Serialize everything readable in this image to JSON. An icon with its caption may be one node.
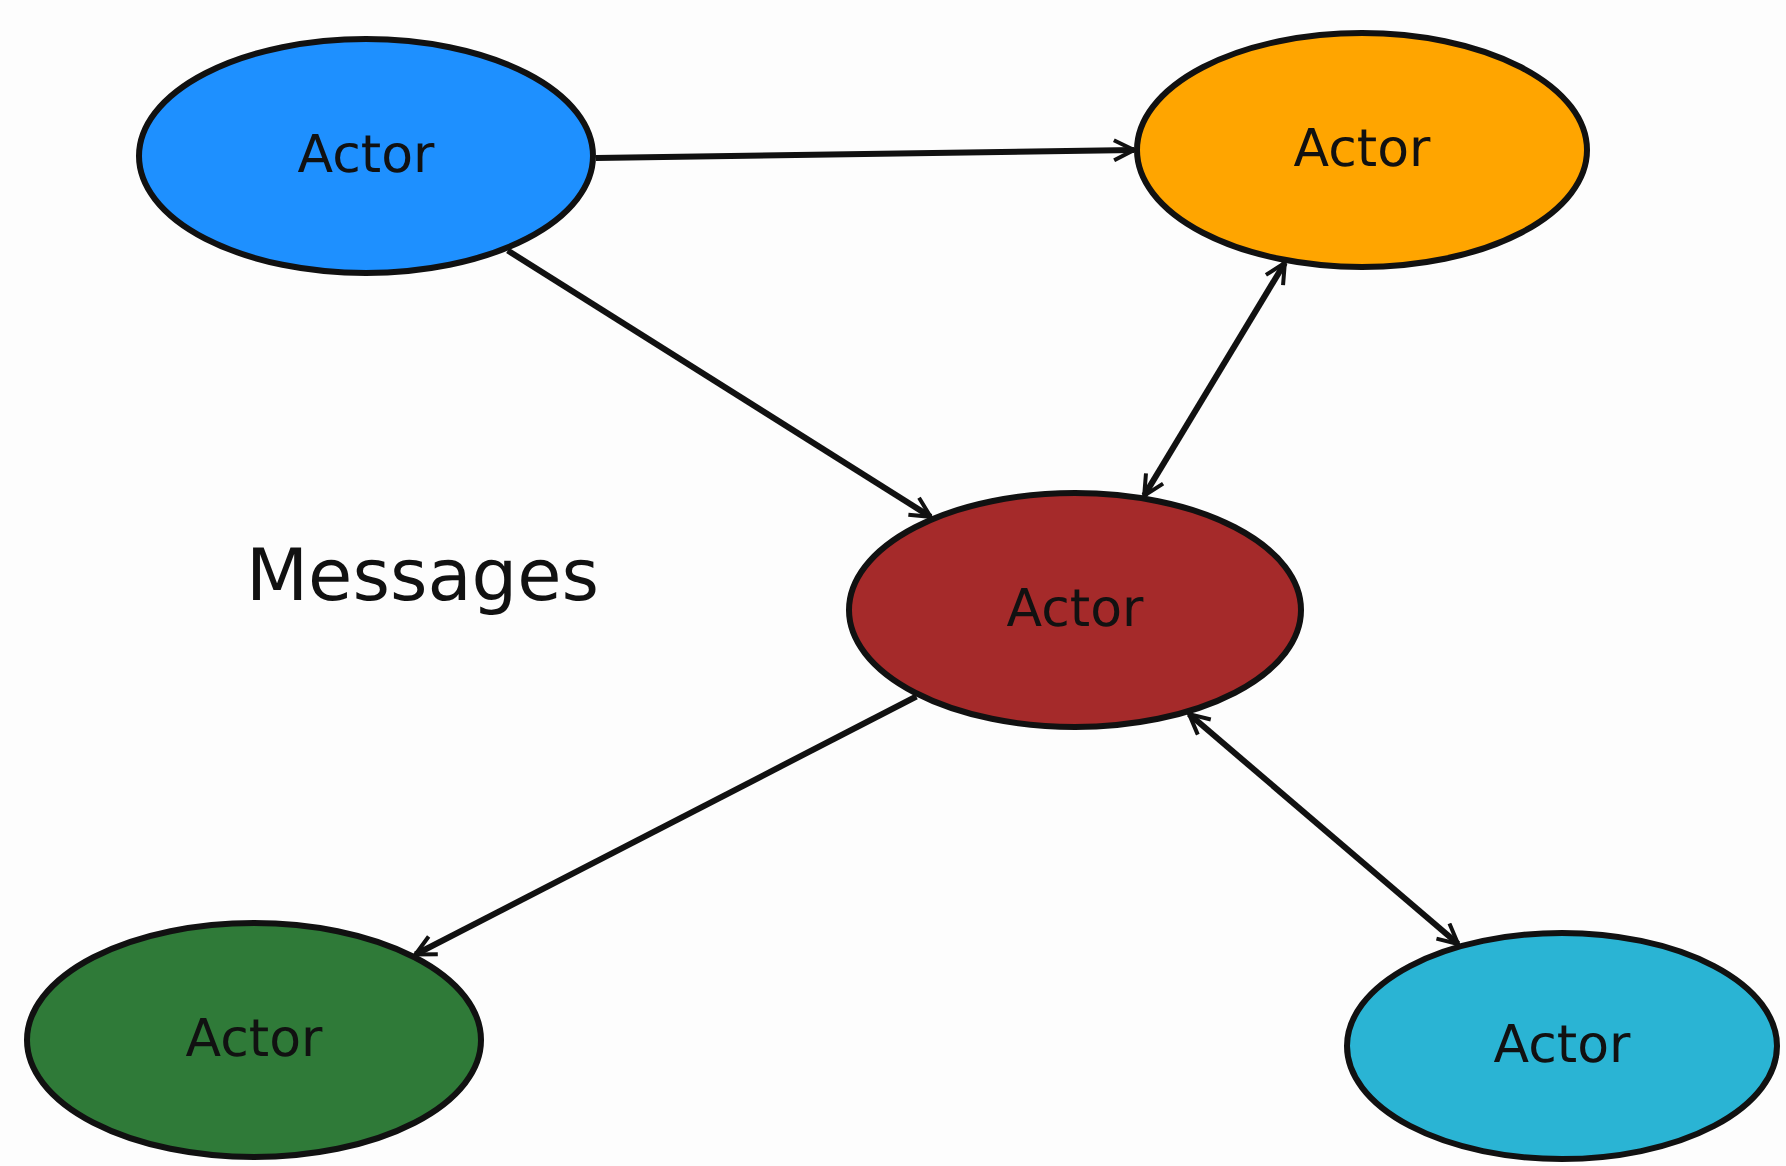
{
  "diagram": {
    "nodes": [
      {
        "text": [
          "Actor"
        ]
      },
      {
        "text": [
          "Actor"
        ]
      },
      {
        "text": [
          "Actor"
        ]
      },
      {
        "text": [
          "Actor"
        ]
      },
      {
        "text": [
          "Actor"
        ]
      }
    ],
    "edges": [
      {
        "from": 0,
        "to": 1,
        "arrow": "to"
      },
      {
        "from": 0,
        "to": 2,
        "arrow": "to"
      },
      {
        "from": 2,
        "to": 1,
        "arrow": "both"
      },
      {
        "from": 2,
        "to": 3,
        "arrow": "to"
      },
      {
        "from": 2,
        "to": 4,
        "arrow": "both"
      }
    ],
    "labels": [
      "Messages"
    ]
  }
}
